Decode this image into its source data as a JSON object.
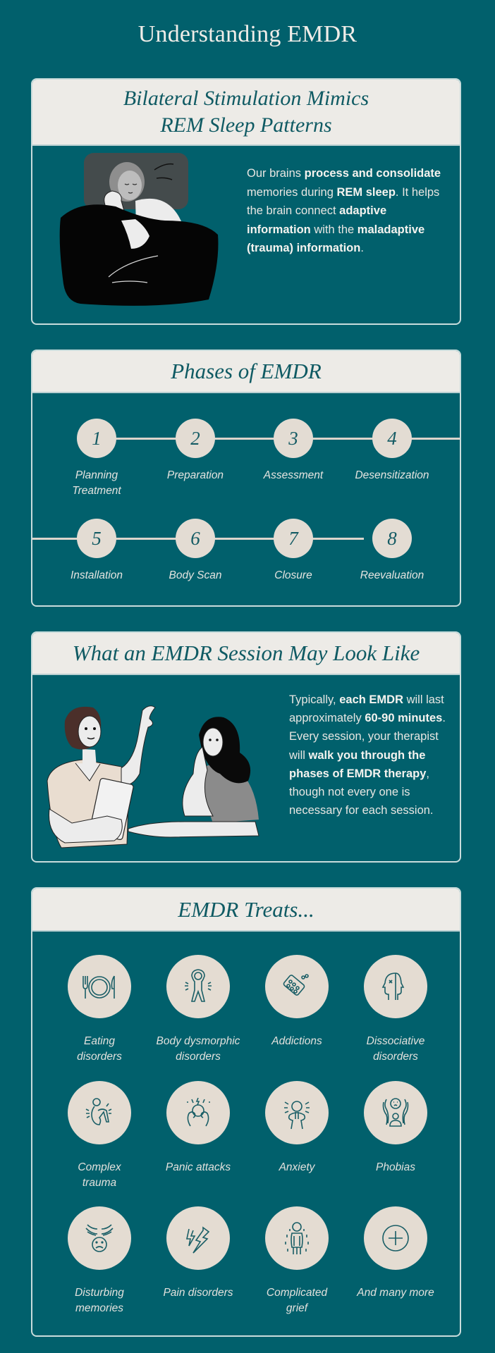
{
  "page": {
    "title": "Understanding EMDR",
    "colors": {
      "background": "#01606c",
      "header_bg": "#edebe7",
      "header_text": "#0f5a63",
      "circle_fill": "#e4dcd2",
      "card_border": "#c9dcdc",
      "body_text": "#e8e6e2"
    }
  },
  "rem_section": {
    "title_line1": "Bilateral Stimulation Mimics",
    "title_line2": "REM Sleep Patterns",
    "illustration": "sleeping-woman-illustration",
    "text": {
      "p1": "Our brains ",
      "b1": "process and consolidate",
      "p2": " memories during ",
      "b2": "REM sleep",
      "p3": ". It helps the brain connect ",
      "b3": "adaptive information",
      "p4": " with the ",
      "b4": "maladaptive (trauma) information",
      "p5": "."
    }
  },
  "phases_section": {
    "title": "Phases of EMDR",
    "phases": [
      {
        "number": "1",
        "label": "Planning Treatment"
      },
      {
        "number": "2",
        "label": "Preparation"
      },
      {
        "number": "3",
        "label": "Assessment"
      },
      {
        "number": "4",
        "label": "Desensitization"
      },
      {
        "number": "5",
        "label": "Installation"
      },
      {
        "number": "6",
        "label": "Body Scan"
      },
      {
        "number": "7",
        "label": "Closure"
      },
      {
        "number": "8",
        "label": "Reevaluation"
      }
    ]
  },
  "session_section": {
    "title": "What an EMDR Session May Look Like",
    "illustration": "therapist-and-client-illustration",
    "text": {
      "p1": "Typically, ",
      "b1": "each EMDR",
      "p2": " will last approximately ",
      "b2": "60-90 minutes",
      "p3": ". Every session, your therapist will ",
      "b3": "walk you through the phases of EMDR therapy",
      "p4": ", though not every one is necessary for each session."
    }
  },
  "treats_section": {
    "title": "EMDR Treats...",
    "items": [
      {
        "label": "Eating disorders",
        "icon": "plate-cutlery-icon"
      },
      {
        "label": "Body dysmorphic disorders",
        "icon": "distressed-body-icon"
      },
      {
        "label": "Addictions",
        "icon": "pill-blister-icon"
      },
      {
        "label": "Dissociative disorders",
        "icon": "split-head-icon"
      },
      {
        "label": "Complex trauma",
        "icon": "curled-person-icon"
      },
      {
        "label": "Panic attacks",
        "icon": "head-in-hands-icon"
      },
      {
        "label": "Anxiety",
        "icon": "anxious-person-icon"
      },
      {
        "label": "Phobias",
        "icon": "fear-figure-icon"
      },
      {
        "label": "Disturbing memories",
        "icon": "sad-face-waves-icon"
      },
      {
        "label": "Pain disorders",
        "icon": "lightning-bolts-icon"
      },
      {
        "label": "Complicated grief",
        "icon": "grieving-person-icon"
      },
      {
        "label": "And many more",
        "icon": "plus-circle-icon"
      }
    ]
  }
}
